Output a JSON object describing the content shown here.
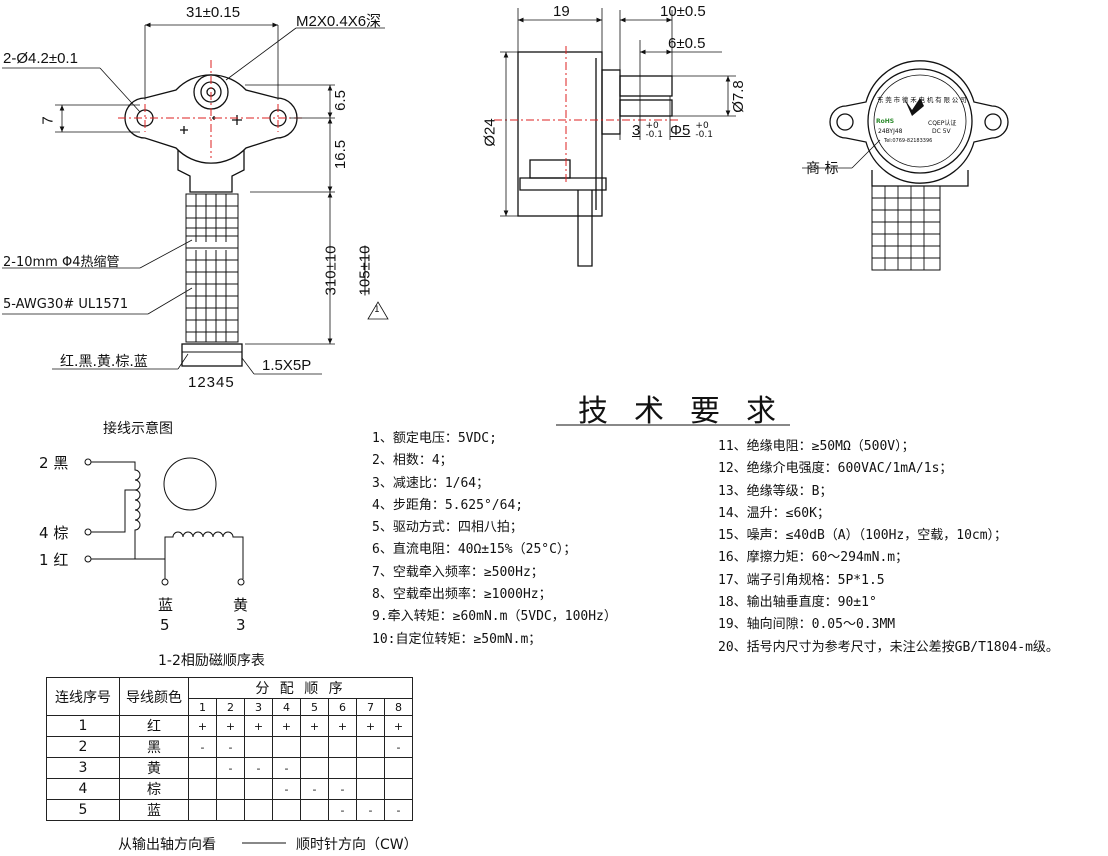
{
  "front_view": {
    "dim_width": "31±0.15",
    "dim_screw": "M2X0.4X6深",
    "dim_holes": "2-Ø4.2±0.1",
    "dim_7": "7",
    "dim_6_5": "6.5",
    "dim_16_5": "16.5",
    "dim_cable_length": "310±10",
    "dim_cable_alt": "105±10",
    "heat_shrink": "2-10mm Φ4热缩管",
    "wire_spec": "5-AWG30# UL1571",
    "wire_colors": "红.黑.黄.棕.蓝",
    "pin_numbers": "12345",
    "connector": "1.5X5P",
    "note_mark": "1"
  },
  "side_view": {
    "dim_19": "19",
    "dim_10": "10±0.5",
    "dim_6": "6±0.5",
    "dim_d24": "Ø24",
    "dim_d78": "Ø7.8",
    "tol_3_base": "3",
    "tol_3_upper": "+0",
    "tol_3_lower": "-0.1",
    "tol_5_base": "Φ5",
    "tol_5_upper": "+0",
    "tol_5_lower": "-0.1"
  },
  "label_view": {
    "trademark_label": "商 标",
    "badge_model": "24BYJ48",
    "badge_voltage": "DC 5V",
    "badge_tel": "Tel:0769-82183396",
    "badge_rohs": "RoHS",
    "badge_cert": "CQEP认证"
  },
  "wiring": {
    "title": "接线示意图",
    "pin2_num": "2",
    "pin2_color": "黑",
    "pin4_num": "4",
    "pin4_color": "棕",
    "pin1_num": "1",
    "pin1_color": "红",
    "pin5_color": "蓝",
    "pin5_num": "5",
    "pin3_color": "黄",
    "pin3_num": "3"
  },
  "sequence_table": {
    "title": "1-2相励磁顺序表",
    "col_wire_no": "连线序号",
    "col_wire_color": "导线颜色",
    "col_order": "分 配 顺 序",
    "steps": [
      "1",
      "2",
      "3",
      "4",
      "5",
      "6",
      "7",
      "8"
    ],
    "rows": [
      {
        "no": "1",
        "color": "红",
        "cells": [
          "+",
          "+",
          "+",
          "+",
          "+",
          "+",
          "+",
          "+"
        ]
      },
      {
        "no": "2",
        "color": "黑",
        "cells": [
          "-",
          "-",
          "",
          "",
          "",
          "",
          "",
          "-"
        ]
      },
      {
        "no": "3",
        "color": "黄",
        "cells": [
          "",
          "-",
          "-",
          "-",
          "",
          "",
          "",
          ""
        ]
      },
      {
        "no": "4",
        "color": "棕",
        "cells": [
          "",
          "",
          "",
          "-",
          "-",
          "-",
          "",
          ""
        ]
      },
      {
        "no": "5",
        "color": "蓝",
        "cells": [
          "",
          "",
          "",
          "",
          "",
          "-",
          "-",
          "-"
        ]
      }
    ],
    "footer_left": "从输出轴方向看",
    "footer_right": "顺时针方向（CW）"
  },
  "specs": {
    "title": "技术要求",
    "left": [
      "1、额定电压：5VDC;",
      "2、相数：4；",
      "3、减速比：1/64；",
      "4、步距角：5.625°/64;",
      "5、驱动方式：四相八拍；",
      "6、直流电阻：40Ω±15%（25°C）；",
      "7、空载牵入频率：≥500Hz；",
      "8、空载牵出频率：≥1000Hz；",
      "9.牵入转矩：≥60mN.m（5VDC，100Hz）",
      "10:自定位转矩：≥50mN.m；"
    ],
    "right": [
      "11、绝缘电阻：≥50MΩ（500V）；",
      "12、绝缘介电强度：600VAC/1mA/1s；",
      "13、绝缘等级：B；",
      "14、温升：≤60K；",
      "15、噪声：≤40dB（A）（100Hz，空载，10cm）；",
      "16、摩擦力矩：60～294mN.m；",
      "17、端子引角规格：5P*1.5",
      "18、输出轴垂直度：90±1°",
      "19、轴向间隙：0.05～0.3MM",
      "20、括号内尺寸为参考尺寸，未注公差按GB/T1804-m级。"
    ]
  }
}
